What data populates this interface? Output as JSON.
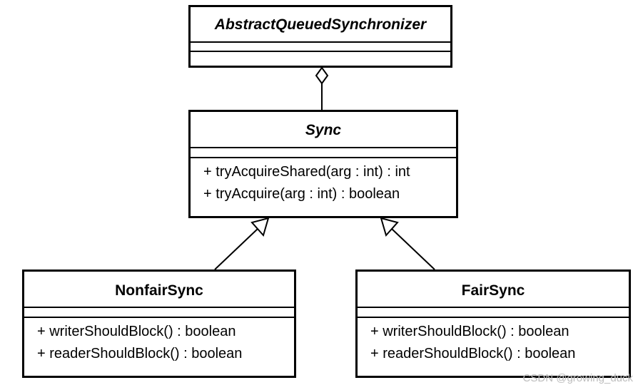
{
  "classes": {
    "aqs": {
      "name": "AbstractQueuedSynchronizer",
      "methods": []
    },
    "sync": {
      "name": "Sync",
      "methods": [
        "+ tryAcquireShared(arg : int) : int",
        "+ tryAcquire(arg : int) : boolean"
      ]
    },
    "nonfair": {
      "name": "NonfairSync",
      "methods": [
        "+ writerShouldBlock() : boolean",
        "+ readerShouldBlock() : boolean"
      ]
    },
    "fair": {
      "name": "FairSync",
      "methods": [
        "+ writerShouldBlock() : boolean",
        "+ readerShouldBlock() : boolean"
      ]
    }
  },
  "relations": [
    {
      "from": "sync",
      "to": "aqs",
      "type": "aggregation"
    },
    {
      "from": "nonfair",
      "to": "sync",
      "type": "generalization"
    },
    {
      "from": "fair",
      "to": "sync",
      "type": "generalization"
    }
  ],
  "watermark": "CSDN @growing_duck"
}
